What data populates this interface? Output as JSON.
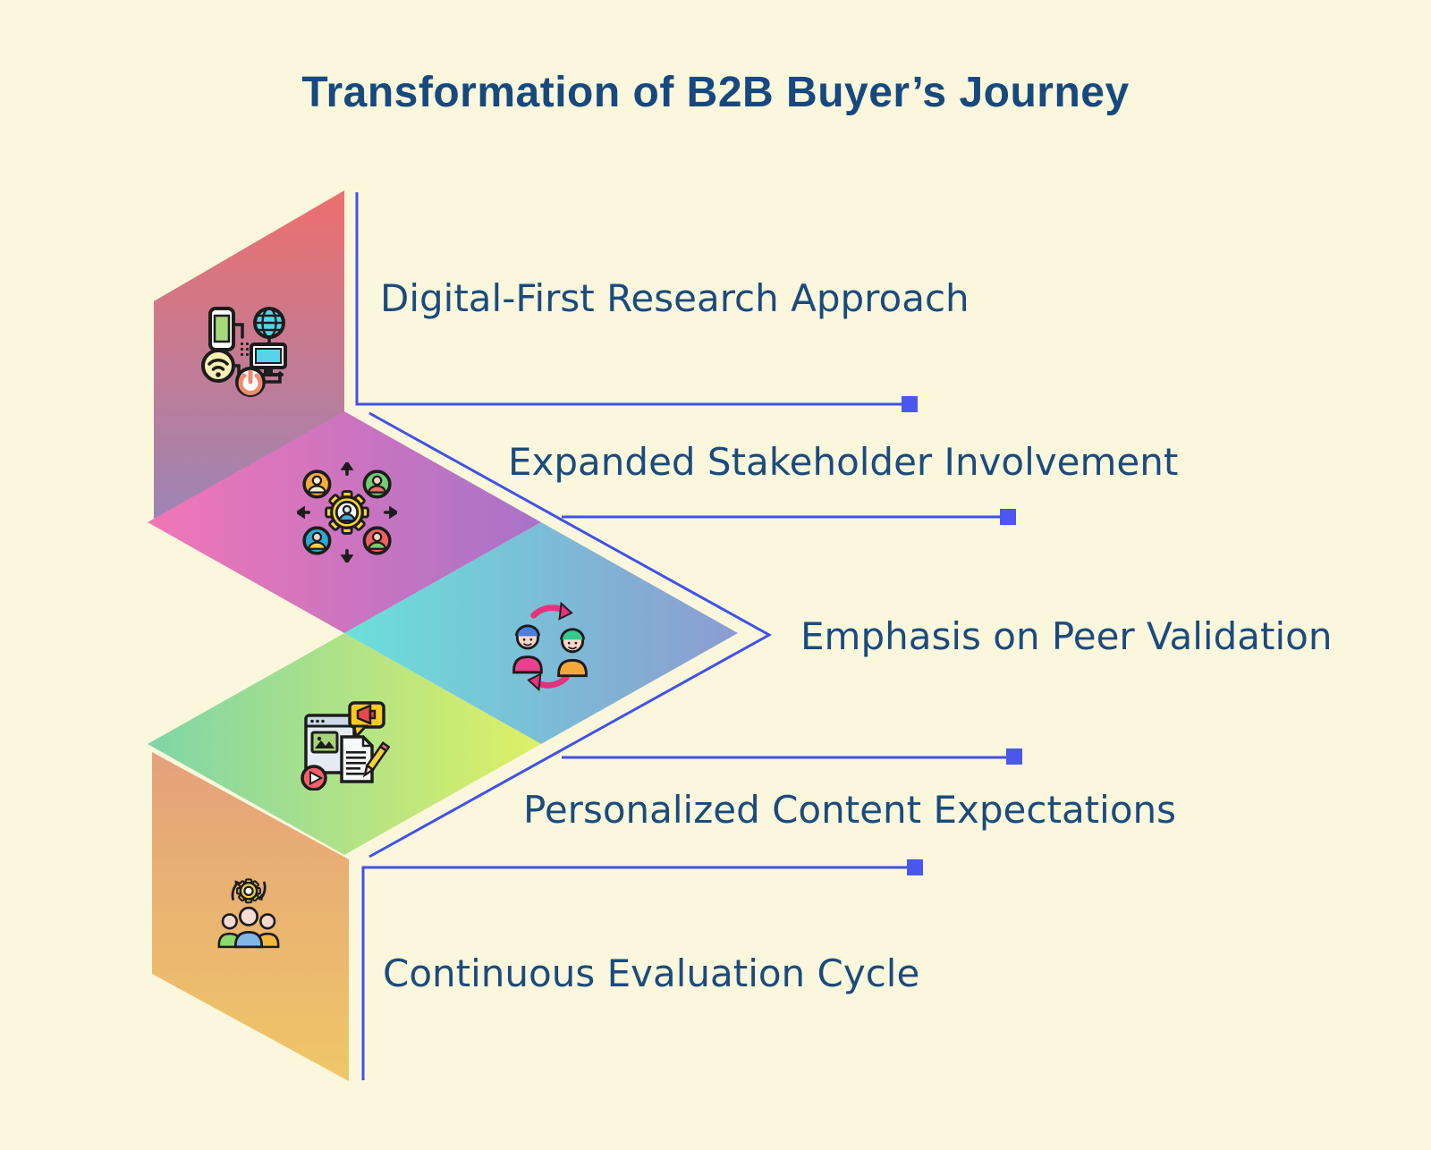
{
  "title": "Transformation of B2B Buyer’s Journey",
  "theme": {
    "background": "#FBF7DC",
    "title_color": "#17497E",
    "label_color": "#1B4B7D",
    "connector_color": "#4051E8",
    "marker_color": "#4A58F0"
  },
  "stages": [
    {
      "label": "Digital-First Research Approach",
      "icon": "connected-devices-icon",
      "gradient": {
        "direction": "180deg",
        "from": "#ED6F6E",
        "to": "#9B86B6"
      }
    },
    {
      "label": "Expanded Stakeholder Involvement",
      "icon": "stakeholder-network-icon",
      "gradient": {
        "direction": "90deg",
        "from": "#F176B6",
        "to": "#A873C8"
      }
    },
    {
      "label": "Emphasis on Peer Validation",
      "icon": "peer-exchange-icon",
      "gradient": {
        "direction": "90deg",
        "from": "#6AE0DB",
        "to": "#8C9BD1"
      }
    },
    {
      "label": "Personalized Content Expectations",
      "icon": "personalized-content-icon",
      "gradient": {
        "direction": "90deg",
        "from": "#7FD5A7",
        "to": "#DFF066"
      }
    },
    {
      "label": "Continuous Evaluation Cycle",
      "icon": "continuous-evaluation-icon",
      "gradient": {
        "direction": "180deg",
        "from": "#E5A17B",
        "to": "#EFC767"
      }
    }
  ]
}
